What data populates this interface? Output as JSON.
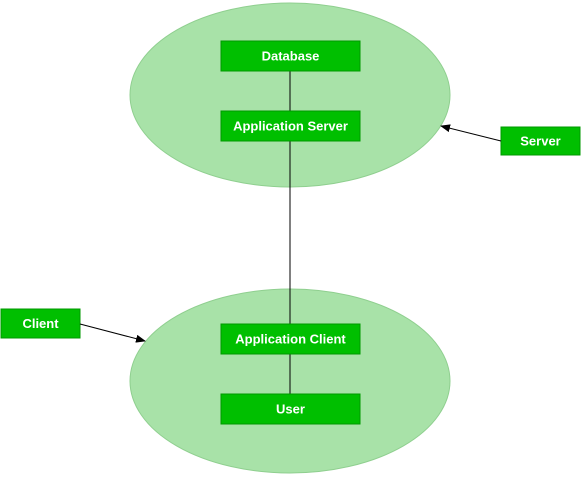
{
  "colors": {
    "ellipse_fill": "#a8e2a8",
    "ellipse_stroke": "#8fcf8f",
    "box_fill": "#00bf00",
    "box_stroke": "#009900",
    "box_text": "#ffffff",
    "box_text_dark": "#000000",
    "connector": "#000000"
  },
  "server_group": {
    "database": "Database",
    "application_server": "Application Server"
  },
  "client_group": {
    "application_client": "Application Client",
    "user": "User"
  },
  "callouts": {
    "server": "Server",
    "client": "Client"
  }
}
